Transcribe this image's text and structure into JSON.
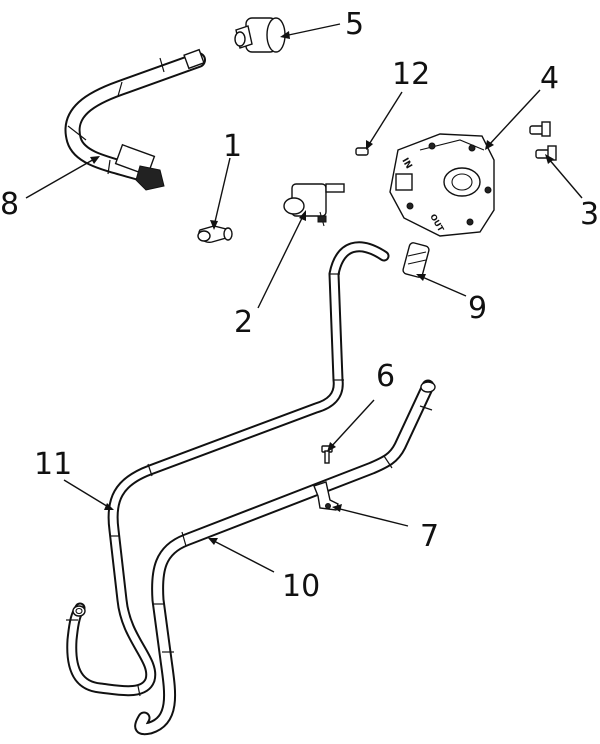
{
  "diagram": {
    "callouts": [
      {
        "id": "1",
        "label": "1"
      },
      {
        "id": "2",
        "label": "2"
      },
      {
        "id": "3",
        "label": "3"
      },
      {
        "id": "4",
        "label": "4"
      },
      {
        "id": "5",
        "label": "5"
      },
      {
        "id": "6",
        "label": "6"
      },
      {
        "id": "7",
        "label": "7"
      },
      {
        "id": "8",
        "label": "8"
      },
      {
        "id": "9",
        "label": "9"
      },
      {
        "id": "10",
        "label": "10"
      },
      {
        "id": "11",
        "label": "11"
      },
      {
        "id": "12",
        "label": "12"
      }
    ],
    "regulator_ports": {
      "in": "IN",
      "out": "OUT"
    },
    "colors": {
      "line": "#111111",
      "background": "#ffffff",
      "dark_fill": "#222222"
    }
  }
}
